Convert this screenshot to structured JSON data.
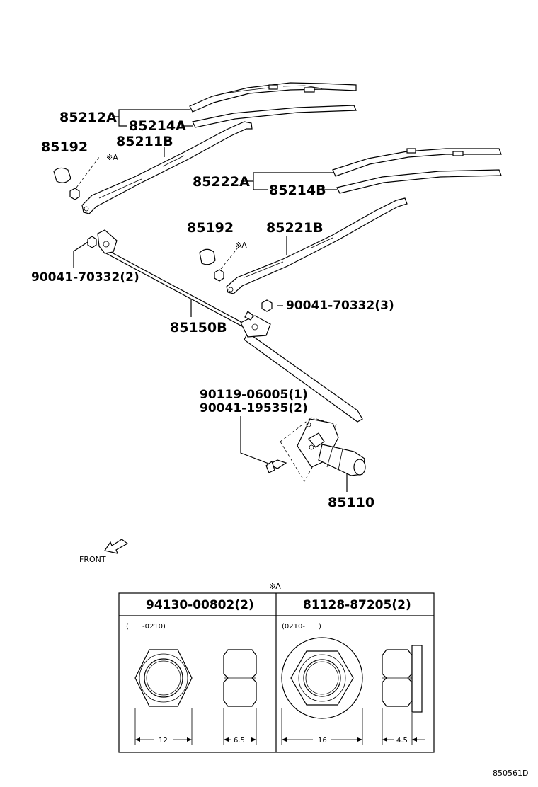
{
  "labels": {
    "p85212A": "85212A",
    "p85214A": "85214A",
    "p85211B": "85211B",
    "p85192_left": "85192",
    "p85222A": "85222A",
    "p85214B": "85214B",
    "p85192_right": "85192",
    "p85221B": "85221B",
    "p90041_70332_2": "90041-70332(2)",
    "p90041_70332_3": "90041-70332(3)",
    "p85150B": "85150B",
    "p90119_06005": "90119-06005(1)",
    "p90041_19535": "90041-19535(2)",
    "p85110": "85110",
    "mark_a": "※A",
    "front": "FRONT"
  },
  "table": {
    "mark": "※A",
    "left": {
      "part_no": "94130-00802(2)",
      "period": "(      -0210)",
      "width_dim": "12",
      "thick_dim": "6.5"
    },
    "right": {
      "part_no": "81128-87205(2)",
      "period": "(0210-      )",
      "width_dim": "16",
      "thick_dim": "4.5"
    }
  },
  "diagram_code": "850561D"
}
